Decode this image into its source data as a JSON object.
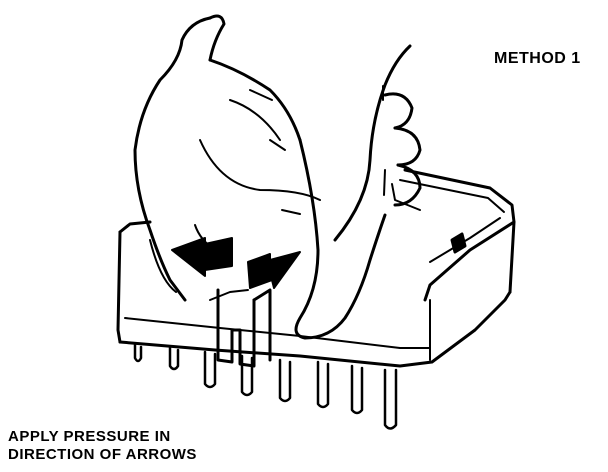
{
  "method_label": "METHOD 1",
  "instruction": {
    "line1": "APPLY PRESSURE IN",
    "line2": "DIRECTION OF ARROWS"
  },
  "illustration": {
    "subject": "hands-pressing-connector-latch",
    "ink_color": "#000000",
    "paper_color": "#ffffff"
  }
}
